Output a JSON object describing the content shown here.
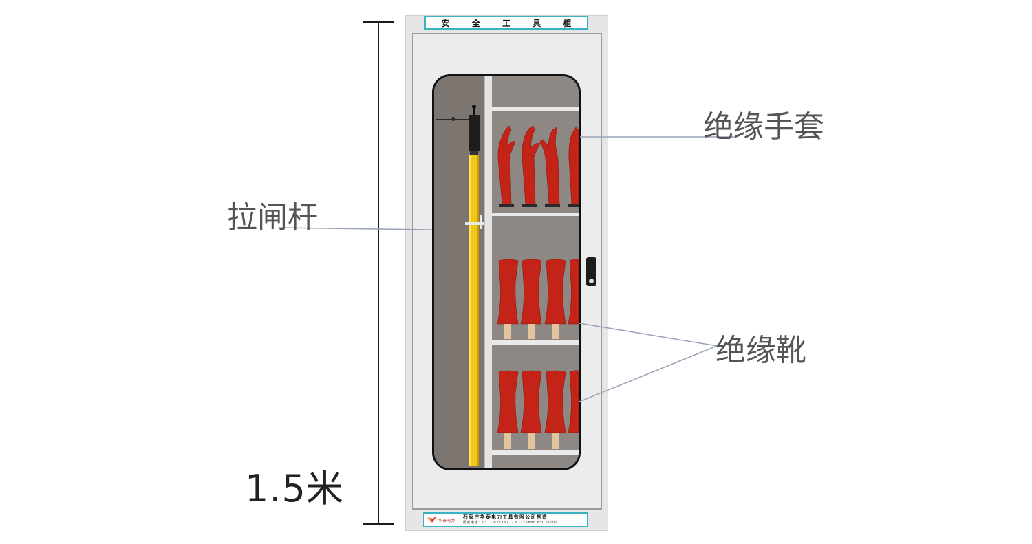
{
  "cabinet": {
    "title": "安 全 工 具 柜",
    "maker_plate": {
      "brand": "华泰电力",
      "maker": "石家庄华泰电力工具有限公司制造",
      "phone": "服务电话：0311-87175777 87175888 85038200"
    }
  },
  "dimension": {
    "label": "1.5米"
  },
  "callouts": {
    "switch_stick": "拉闸杆",
    "insulating_gloves": "绝缘手套",
    "insulating_boots": "绝缘靴"
  },
  "colors": {
    "cabinet_body": "#e6e6e6",
    "plate_border": "#39b3c2",
    "interior": "#86807a",
    "pole": "#f2c613",
    "rubber": "#c42417",
    "callout_text": "#555555",
    "leader_line": "#9aa4b8"
  }
}
